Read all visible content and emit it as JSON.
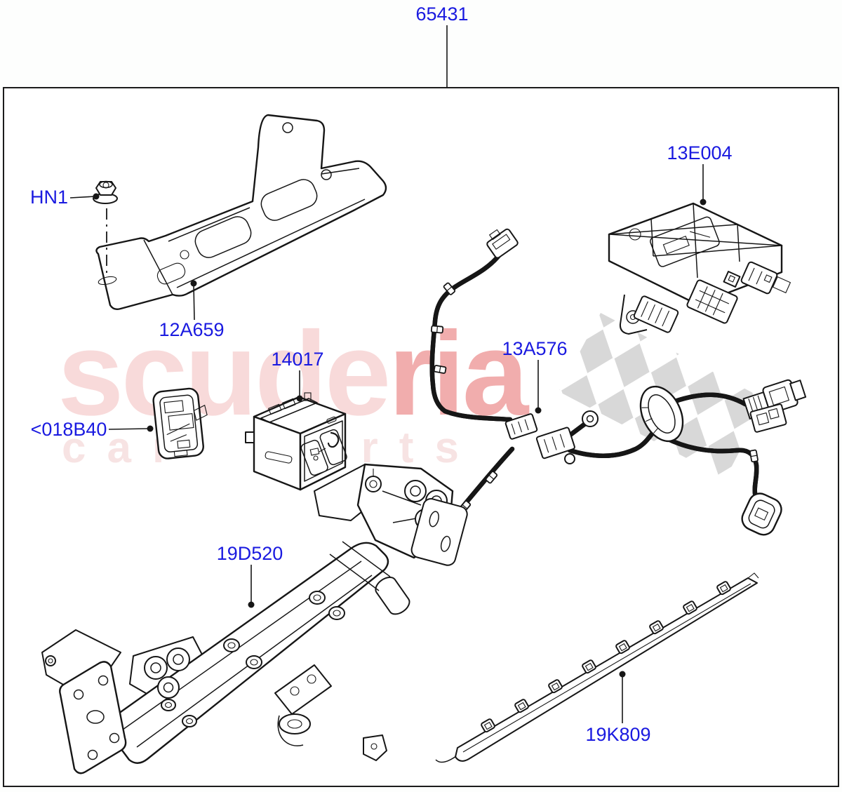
{
  "watermark": {
    "brand_light": "scude",
    "brand_accent": "ria",
    "tagline": "car parts"
  },
  "colors": {
    "label_blue": "#1a1ae0",
    "watermark_pink": "#f8dada",
    "watermark_red": "#f1adad",
    "watermark_pale": "#f7e3e3",
    "flag_gray": "#d8d8d8",
    "line_color": "#161616"
  },
  "parts": [
    {
      "code": "65431"
    },
    {
      "code": "HN1"
    },
    {
      "code": "12A659"
    },
    {
      "code": "13E004"
    },
    {
      "code": "14017"
    },
    {
      "code": "<018B40"
    },
    {
      "code": "13A576"
    },
    {
      "code": "19D520"
    },
    {
      "code": "19K809"
    }
  ]
}
